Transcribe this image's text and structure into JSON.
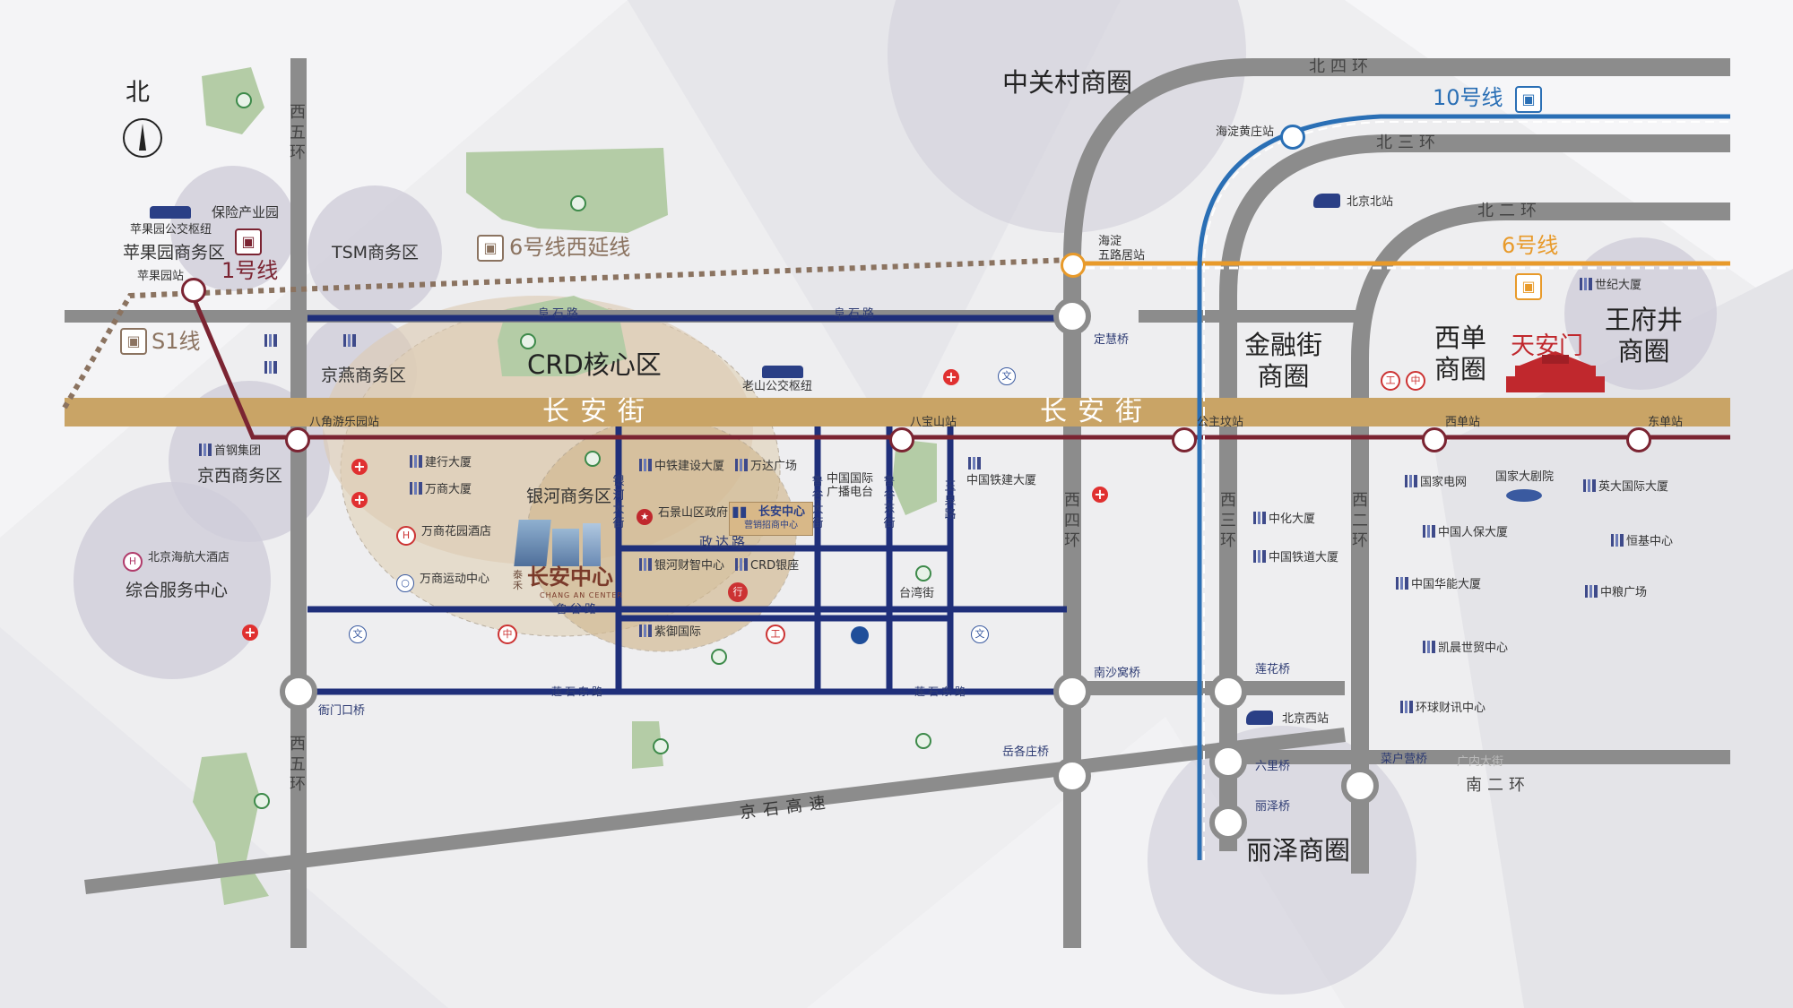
{
  "north": {
    "label": "北"
  },
  "rings": {
    "west5_top": "西五环",
    "west5_bottom": "西五环",
    "west4": "西四环",
    "west3": "西三环",
    "west2": "西二环",
    "north4": "北四环",
    "north3": "北三环",
    "north2": "北二环",
    "south2": "南二环"
  },
  "roads": {
    "fushi_left": "阜石路",
    "fushi_right": "阜石路",
    "changan_left": "长安街",
    "changan_right": "长安街",
    "zhengda": "政达路",
    "lugu": "鲁谷路",
    "lianshi_left": "莲石东路",
    "lianshi_right": "莲石东路",
    "jingshi": "京石高速",
    "yinhe_ave": "银河大街",
    "lugu_east": "鲁谷东街",
    "yuquan": "玉泉路",
    "lugu_ave": "鲁谷大街"
  },
  "metro": {
    "line10": "10号线",
    "line6": "6号线",
    "line6_west": "6号线西延线",
    "line1": "1号线",
    "s1": "S1线",
    "colors": {
      "line1": "#7b2432",
      "line6": "#e89a2a",
      "line10": "#2a6fb5",
      "line6_west": "#8b7360",
      "changan": "#c9a466",
      "road": "#1f2f7a",
      "ring": "#8c8c8c"
    }
  },
  "stations": {
    "haidian_huangzhuang": "海淀黄庄站",
    "haidian_wulu": "海淀\n五路居站",
    "pingguoyuan": "苹果园站",
    "bajiao": "八角游乐园站",
    "babaoshan": "八宝山站",
    "gongzhufen": "公主坟站",
    "xidan": "西单站",
    "dongdan": "东单站",
    "beijing_north": "北京北站",
    "beijing_west": "北京西站"
  },
  "bridges": {
    "dinghui": "定慧桥",
    "nanshawo": "南沙窝桥",
    "lianhua": "莲花桥",
    "liuli": "六里桥",
    "lize": "丽泽桥",
    "yuegezhuang": "岳各庄桥",
    "caihuying": "菜户营桥",
    "jiemenkou": "衙门口桥"
  },
  "districts": {
    "zhongguancun": "中关村商圈",
    "jinrongjie": "金融街\n商圈",
    "xidan": "西单\n商圈",
    "wangfujing": "王府井\n商圈",
    "tiananmen": "天安门",
    "lize": "丽泽商圈",
    "crd": "CRD核心区",
    "yinhe": "银河商务区",
    "pingguoyuan": "苹果园商务区",
    "tsm": "TSM商务区",
    "jingyan": "京燕商务区",
    "jingxi": "京西商务区",
    "service": "综合服务中心",
    "insurance": "保险产业园",
    "bus_hub_pgy": "苹果园公交枢纽",
    "bus_hub_ls": "老山公交枢纽"
  },
  "buildings": {
    "jianxing": "建行大厦",
    "wanshang": "万商大厦",
    "wanshang_hotel": "万商花园酒店",
    "wanshang_sport": "万商运动中心",
    "zhongtie": "中铁建设大厦",
    "wanda": "万达广场",
    "shijingshan_gov": "石景山区政府",
    "yinhe_caizhi": "银河财智中心",
    "crd_bank": "CRD银座",
    "ziyu": "紫御国际",
    "broadcast": "中国国际\n广播电台",
    "railway_bldg": "中国铁建大厦",
    "taiwan_st": "台湾街",
    "shougang": "首钢集团",
    "haihang_hotel": "北京海航大酒店",
    "sinochem": "中化大厦",
    "cr_bldg": "中国铁道大厦",
    "century": "世纪大厦",
    "state_grid": "国家电网",
    "grand_theatre": "国家大剧院",
    "yingtai": "英大国际大厦",
    "picc": "中国人保大厦",
    "hengji": "恒基中心",
    "huaneng": "中国华能大厦",
    "cofco": "中粮广场",
    "kaichen": "凯晨世贸中心",
    "huanqiu": "环球财讯中心",
    "guang_an_men": "广内大街"
  },
  "project": {
    "name_small": "泰禾",
    "name": "长安中心",
    "name_en": "CHANG AN CENTER",
    "sales_name": "长安中心",
    "sales_center": "营销招商中心"
  }
}
